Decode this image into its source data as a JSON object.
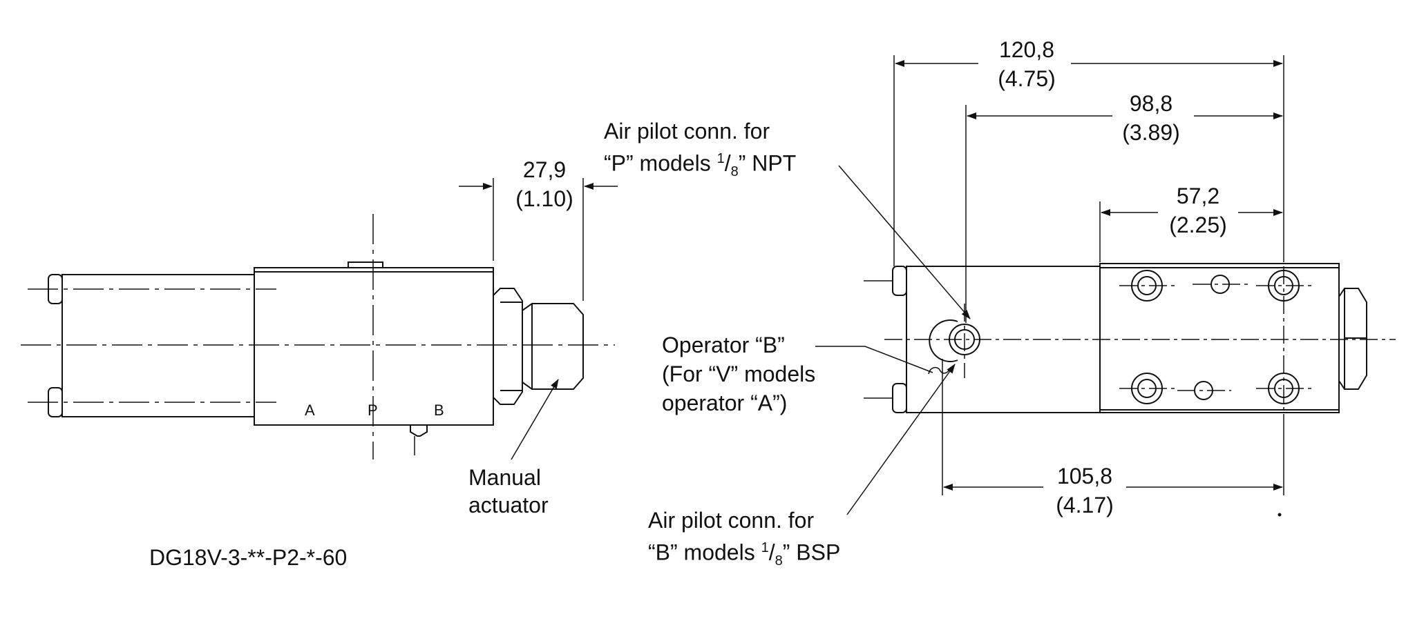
{
  "model_code": "DG18V-3-**-P2-*-60",
  "left_view": {
    "ports": {
      "a": "A",
      "p": "P",
      "b": "B"
    },
    "dim_actuator": {
      "metric": "27,9",
      "inch": "(1.10)"
    },
    "manual_actuator_label": {
      "line1": "Manual",
      "line2": "actuator"
    }
  },
  "right_view": {
    "dim_overall": {
      "metric": "120,8",
      "inch": "(4.75)"
    },
    "dim_mid": {
      "metric": "98,8",
      "inch": "(3.89)"
    },
    "dim_body": {
      "metric": "57,2",
      "inch": "(2.25)"
    },
    "dim_bottom": {
      "metric": "105,8",
      "inch": "(4.17)"
    },
    "air_pilot_p": {
      "line1": "Air pilot conn. for",
      "line2_pre": "“P” models ",
      "frac_num": "1",
      "frac_den": "8",
      "line2_post": "” NPT"
    },
    "air_pilot_b": {
      "line1": "Air pilot conn. for",
      "line2_pre": "“B” models ",
      "frac_num": "1",
      "frac_den": "8",
      "line2_post": "” BSP"
    },
    "operator_label": {
      "line1": "Operator “B”",
      "line2": "(For “V” models",
      "line3": "operator “A”)"
    }
  }
}
